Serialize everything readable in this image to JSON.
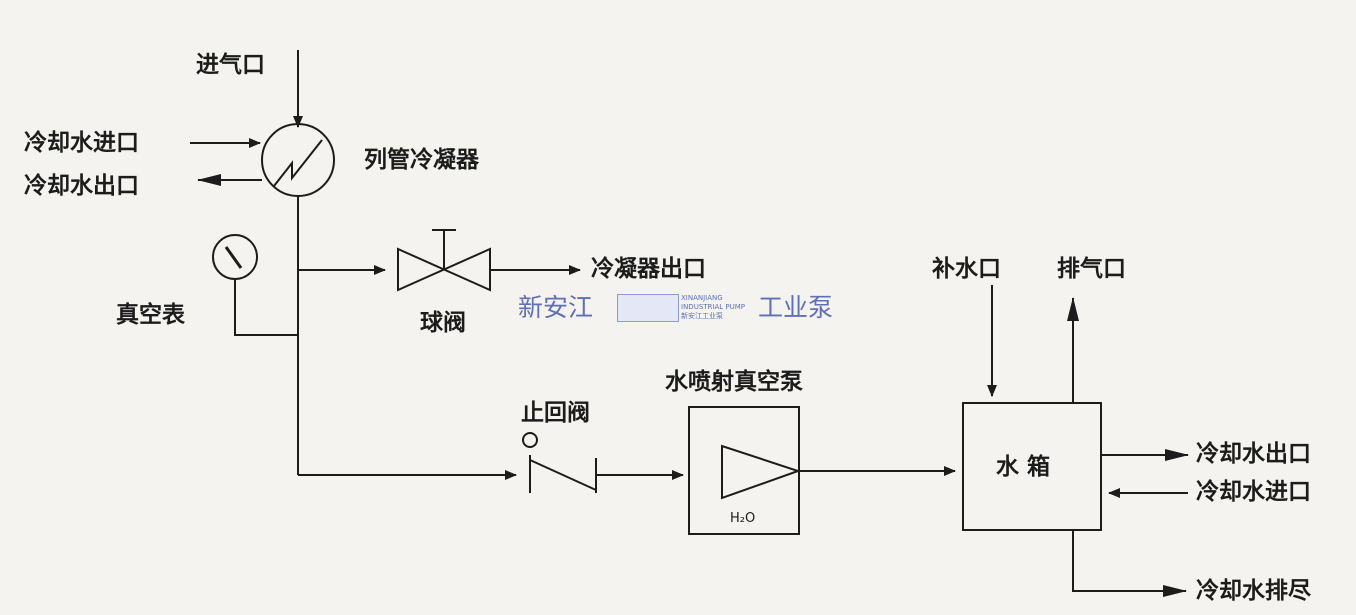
{
  "labels": {
    "inlet": "进气口",
    "cooling_in_left": "冷却水进口",
    "cooling_out_left": "冷却水出口",
    "condenser": "列管冷凝器",
    "vacuum_gauge": "真空表",
    "ball_valve": "球阀",
    "condenser_outlet": "冷凝器出口",
    "check_valve": "止回阀",
    "jet_pump": "水喷射真空泵",
    "h2o": "H₂O",
    "makeup_inlet": "补水口",
    "exhaust": "排气口",
    "tank": "水 箱",
    "cooling_out_right": "冷却水出口",
    "cooling_in_right": "冷却水进口",
    "drain": "冷却水排尽"
  },
  "watermark": {
    "left_text": "新安江",
    "right_text": "工业泵",
    "logo_line1": "XINANJIANG",
    "logo_line2": "INDUSTRIAL PUMP",
    "logo_line3": "新安江工业泵",
    "color": "#5f6fb8"
  },
  "colors": {
    "line": "#1c1c1c",
    "background": "#f4f3ef"
  }
}
